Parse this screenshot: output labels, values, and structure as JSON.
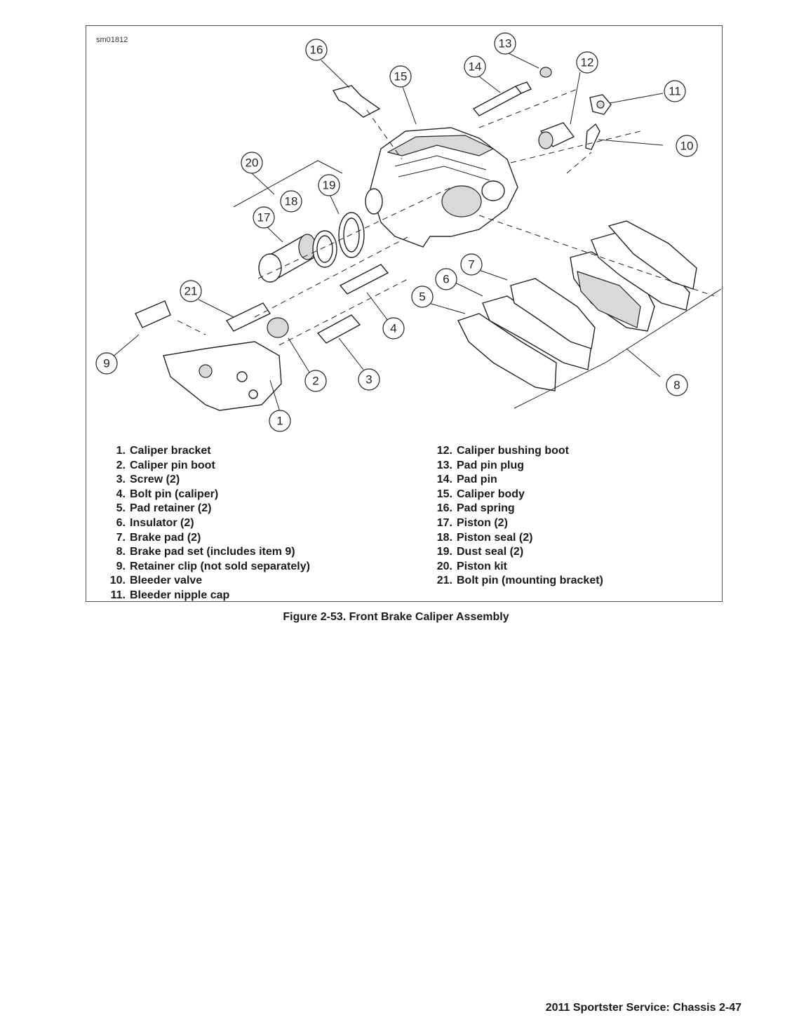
{
  "figure_id": "sm01812",
  "callouts": [
    "1",
    "2",
    "3",
    "4",
    "5",
    "6",
    "7",
    "8",
    "9",
    "10",
    "11",
    "12",
    "13",
    "14",
    "15",
    "16",
    "17",
    "18",
    "19",
    "20",
    "21"
  ],
  "legend_left": [
    {
      "num": "1.",
      "label": "Caliper bracket"
    },
    {
      "num": "2.",
      "label": "Caliper pin boot"
    },
    {
      "num": "3.",
      "label": "Screw (2)"
    },
    {
      "num": "4.",
      "label": "Bolt pin (caliper)"
    },
    {
      "num": "5.",
      "label": "Pad retainer (2)"
    },
    {
      "num": "6.",
      "label": "Insulator (2)"
    },
    {
      "num": "7.",
      "label": "Brake pad (2)"
    },
    {
      "num": "8.",
      "label": "Brake pad set (includes item 9)"
    },
    {
      "num": "9.",
      "label": "Retainer clip (not sold separately)"
    },
    {
      "num": "10.",
      "label": "Bleeder valve"
    },
    {
      "num": "11.",
      "label": "Bleeder nipple cap"
    }
  ],
  "legend_right": [
    {
      "num": "12.",
      "label": "Caliper bushing boot"
    },
    {
      "num": "13.",
      "label": "Pad pin plug"
    },
    {
      "num": "14.",
      "label": "Pad pin"
    },
    {
      "num": "15.",
      "label": "Caliper body"
    },
    {
      "num": "16.",
      "label": "Pad spring"
    },
    {
      "num": "17.",
      "label": "Piston (2)"
    },
    {
      "num": "18.",
      "label": "Piston seal (2)"
    },
    {
      "num": "19.",
      "label": "Dust seal (2)"
    },
    {
      "num": "20.",
      "label": "Piston kit"
    },
    {
      "num": "21.",
      "label": "Bolt pin (mounting bracket)"
    }
  ],
  "caption": "Figure 2-53. Front Brake Caliper Assembly",
  "footer": "2011 Sportster Service:  Chassis  2-47"
}
